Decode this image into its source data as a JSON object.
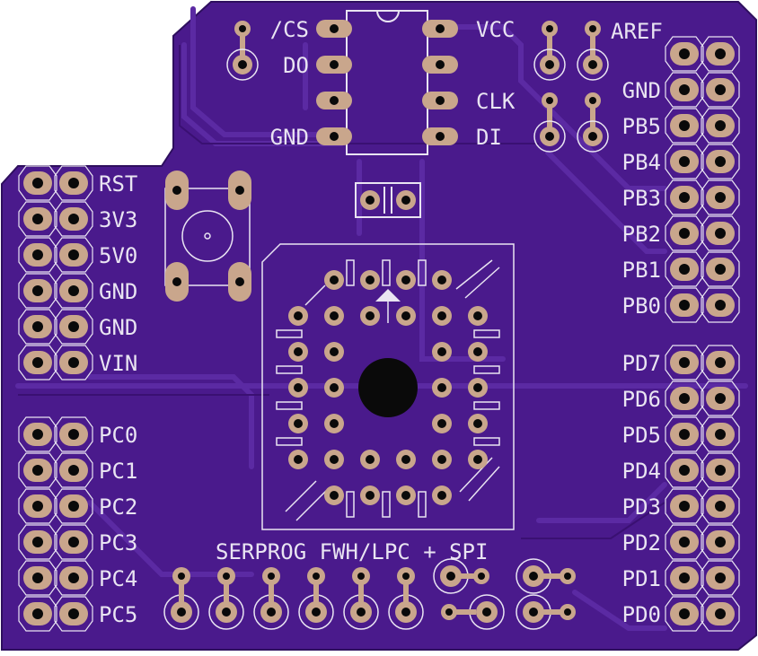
{
  "colors": {
    "board": "#4a1a8c",
    "trace": "#5b2aa3",
    "silkscreen": "#e9e4f2",
    "pad": "#c9a68c",
    "hole": "#0a0a0a"
  },
  "header": {
    "title": "SERPROG FWH/LPC + SPI"
  },
  "spi_chip": {
    "left_pins": [
      "/CS",
      "DO",
      "",
      "GND"
    ],
    "right_pins": [
      "VCC",
      "",
      "CLK",
      "DI"
    ]
  },
  "top_right_labels": {
    "aref": "AREF"
  },
  "left_power_header": [
    "RST",
    "3V3",
    "5V0",
    "GND",
    "GND",
    "VIN"
  ],
  "left_analog_header": [
    "PC0",
    "PC1",
    "PC2",
    "PC3",
    "PC4",
    "PC5"
  ],
  "right_portb_header": [
    "GND",
    "PB5",
    "PB4",
    "PB3",
    "PB2",
    "PB1",
    "PB0"
  ],
  "right_portd_header": [
    "PD7",
    "PD6",
    "PD5",
    "PD4",
    "PD3",
    "PD2",
    "PD1",
    "PD0"
  ],
  "icons": {
    "plcc_socket": "plcc32-socket-icon",
    "reset_button": "tactile-switch-icon",
    "capacitor": "capacitor-icon"
  }
}
